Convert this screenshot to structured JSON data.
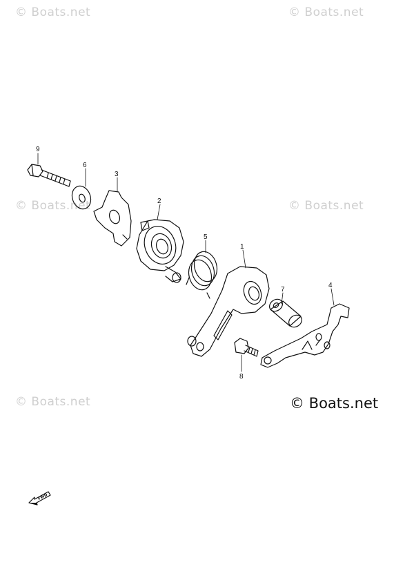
{
  "watermarks": [
    "© Boats.net",
    "© Boats.net",
    "© Boats.net",
    "© Boats.net",
    "© Boats.net",
    "© Boats.net"
  ],
  "copyright": "© Boats.net",
  "callouts": [
    "1",
    "2",
    "3",
    "4",
    "5",
    "6",
    "7",
    "8",
    "9"
  ],
  "fwd_label": "FWD",
  "colors": {
    "line": "#111111",
    "watermark": "#cfcfcf"
  }
}
